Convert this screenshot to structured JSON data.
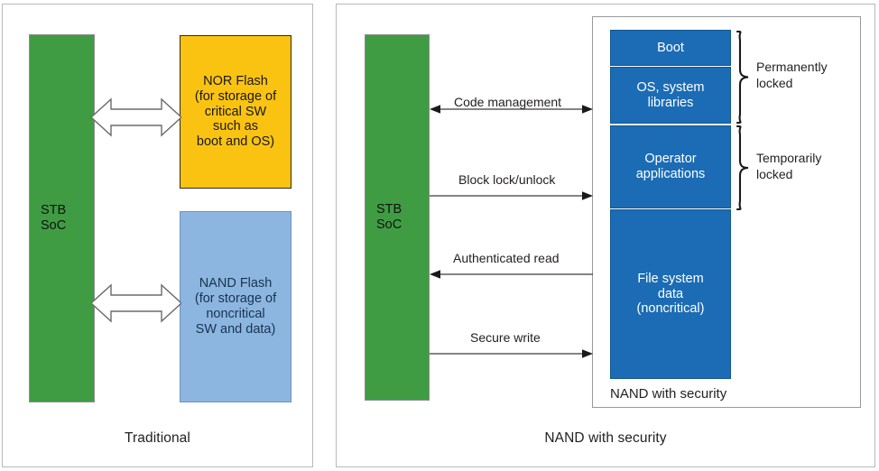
{
  "figure": {
    "type": "diagram",
    "description": "Two-panel block diagram comparing a traditional set-top-box memory architecture with a NAND-with-security architecture"
  },
  "colors": {
    "soc_green": "#3f9c43",
    "nor_yellow": "#fbc311",
    "nand_lightblue": "#8cb6e0",
    "nand_darkblue": "#1b6cb4",
    "panel_border": "#b9b9b9",
    "text_dark": "#231f20",
    "text_light": "#ffffff"
  },
  "traditional": {
    "caption": "Traditional",
    "soc": {
      "line1": "STB",
      "line2": "SoC"
    },
    "nor_flash": {
      "line1": "NOR Flash",
      "line2": "(for storage of",
      "line3": "critical SW",
      "line4": "such as",
      "line5": "boot and OS)"
    },
    "nand_flash": {
      "line1": "NAND Flash",
      "line2": "(for storage of",
      "line3": "noncritical",
      "line4": "SW and data)"
    },
    "connectors": [
      {
        "name": "soc-to-nor",
        "direction": "bidirectional",
        "label": ""
      },
      {
        "name": "soc-to-nand",
        "direction": "bidirectional",
        "label": ""
      }
    ]
  },
  "secure": {
    "caption": "NAND with security",
    "soc": {
      "line1": "STB",
      "line2": "SoC"
    },
    "nand_container_label": "NAND with security",
    "blocks": [
      {
        "name": "boot",
        "line1": "Boot",
        "line2": ""
      },
      {
        "name": "os-system-libraries",
        "line1": "OS, system",
        "line2": "libraries"
      },
      {
        "name": "operator-applications",
        "line1": "Operator",
        "line2": "applications"
      },
      {
        "name": "file-system-data",
        "line1": "File system",
        "line2": "data",
        "line3": "(noncritical)"
      }
    ],
    "locks": [
      {
        "name": "permanently-locked",
        "line1": "Permanently",
        "line2": "locked"
      },
      {
        "name": "temporarily-locked",
        "line1": "Temporarily",
        "line2": "locked"
      }
    ],
    "connectors": [
      {
        "name": "code-management",
        "label": "Code management",
        "direction": "bidirectional"
      },
      {
        "name": "block-lock-unlock",
        "label": "Block lock/unlock",
        "direction": "right"
      },
      {
        "name": "authenticated-read",
        "label": "Authenticated read",
        "direction": "left"
      },
      {
        "name": "secure-write",
        "label": "Secure write",
        "direction": "right"
      }
    ]
  }
}
